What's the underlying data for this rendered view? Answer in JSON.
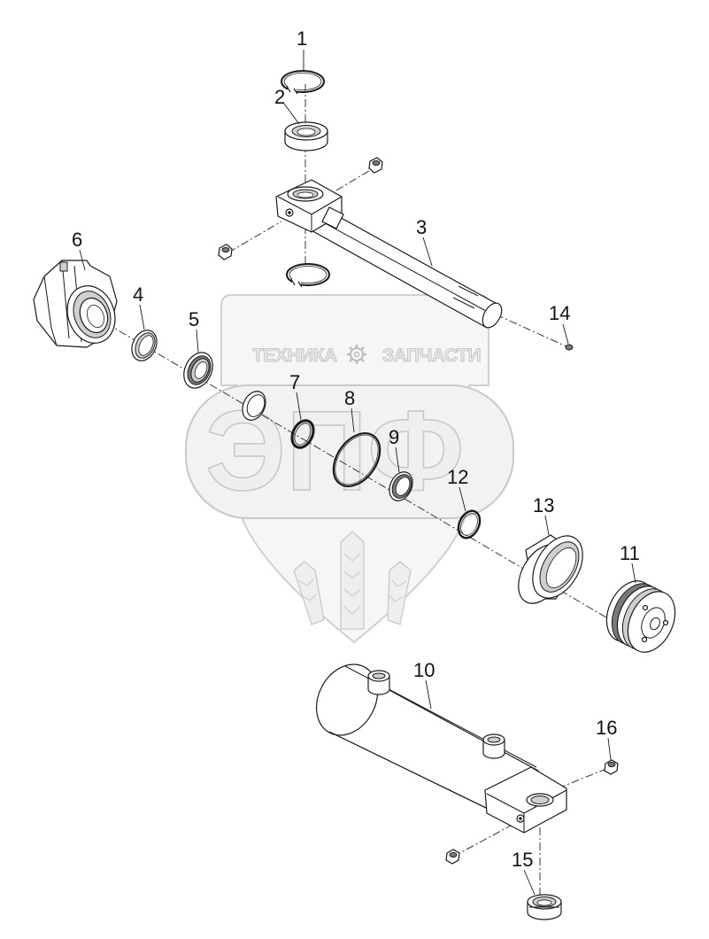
{
  "watermark": {
    "left_text": "ТЕХНИКА",
    "right_text": "ЗАПЧАСТИ",
    "big_text": "ЭПФ",
    "gear_icon": "gear-icon",
    "wheat_icon": "wheat-icon"
  },
  "callouts": {
    "n1": "1",
    "n2": "2",
    "n3": "3",
    "n4": "4",
    "n5": "5",
    "n6": "6",
    "n7": "7",
    "n8": "8",
    "n9": "9",
    "n10": "10",
    "n11": "11",
    "n12": "12",
    "n13": "13",
    "n14": "14",
    "n15": "15",
    "n16": "16"
  }
}
